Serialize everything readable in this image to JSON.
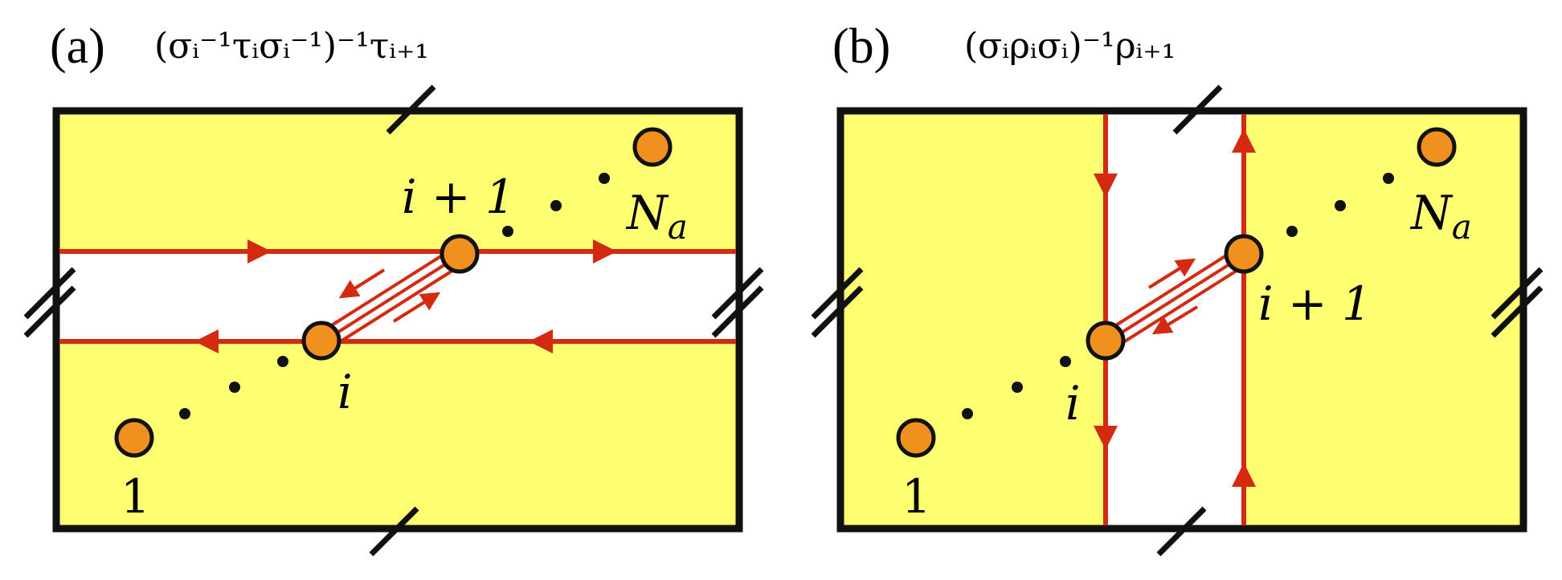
{
  "colors": {
    "torus_fill": "#ffff72",
    "cut_region": "#ffffff",
    "border": "#111111",
    "branch_line": "#d42a12",
    "anyon_fill": "#f0901e",
    "anyon_stroke": "#111111",
    "dot": "#111111"
  },
  "panel_a": {
    "label": "(a)",
    "formula": "(σᵢ⁻¹τᵢσᵢ⁻¹)⁻¹τᵢ₊₁",
    "anyon_labels": {
      "first": "1",
      "i": "i",
      "i_plus_1": "i + 1",
      "last": "N",
      "last_sub": "a"
    }
  },
  "panel_b": {
    "label": "(b)",
    "formula": "(σᵢρᵢσᵢ)⁻¹ρᵢ₊₁",
    "anyon_labels": {
      "first": "1",
      "i": "i",
      "i_plus_1": "i + 1",
      "last": "N",
      "last_sub": "a"
    }
  },
  "icons": {
    "edge_identification": "double-slash-icon",
    "single_identification": "single-slash-icon",
    "anyon": "circle-icon",
    "direction": "arrowhead-icon"
  }
}
